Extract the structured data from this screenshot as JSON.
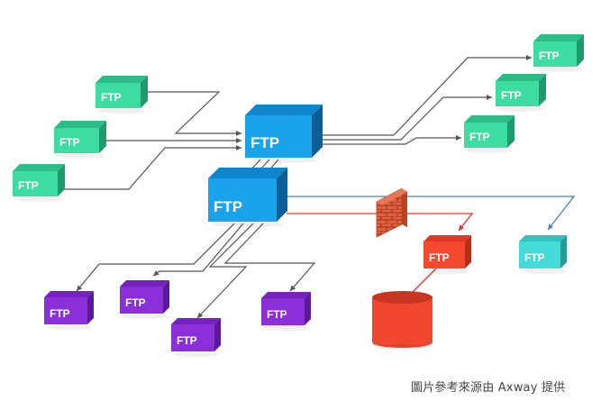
{
  "colors": {
    "green": [
      "#3ddca0",
      "#2cbd86",
      "#1f9a6b"
    ],
    "blue": [
      "#1aa3ea",
      "#0f86cc",
      "#0b5f96"
    ],
    "purple": [
      "#8b2fd9",
      "#7522c0",
      "#5c1899"
    ],
    "red": [
      "#f4492f",
      "#de3a23",
      "#b82c1a"
    ],
    "teal": [
      "#44dcd8",
      "#35c1bd",
      "#259a96"
    ],
    "gray_line": "#555555",
    "blue_line": "#4a7fd0",
    "red_line": "#e8302a"
  },
  "hub_label": "FTP",
  "node_label": "FTP",
  "nodes": {
    "sources": [
      {
        "id": "source-top",
        "label": "FTP"
      },
      {
        "id": "source-middle",
        "label": "FTP"
      },
      {
        "id": "source-bottom",
        "label": "FTP"
      }
    ],
    "upper_hub": {
      "id": "upper-hub",
      "label": "FTP"
    },
    "lower_hub": {
      "id": "lower-hub",
      "label": "FTP"
    },
    "right_targets": [
      {
        "id": "target-right-1",
        "label": "FTP"
      },
      {
        "id": "target-right-2",
        "label": "FTP"
      },
      {
        "id": "target-right-3",
        "label": "FTP"
      }
    ],
    "purple_targets": [
      {
        "id": "purple-1",
        "label": "FTP"
      },
      {
        "id": "purple-2",
        "label": "FTP"
      },
      {
        "id": "purple-3",
        "label": "FTP"
      },
      {
        "id": "purple-4",
        "label": "FTP"
      }
    ],
    "firewall_target": {
      "id": "red-target",
      "label": "FTP"
    },
    "teal_target": {
      "id": "teal-target",
      "label": "FTP"
    }
  },
  "credit": "圖片參考來源由 Axway 提供"
}
